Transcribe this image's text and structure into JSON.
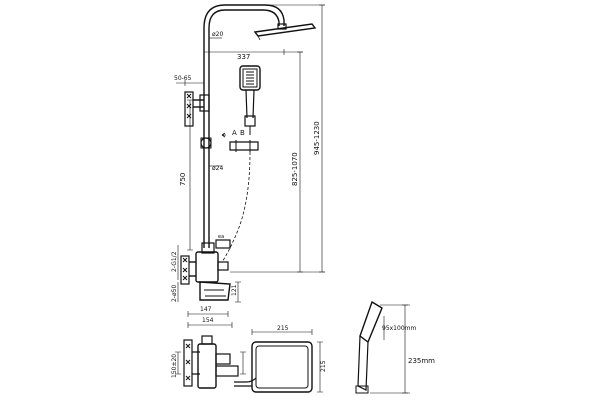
{
  "dimensions": {
    "pipe_diameter": "ø20",
    "arm_reach": "337",
    "wall_offset": "50-65",
    "rail_diameter": "ø24",
    "rail_length": "750",
    "slider_height": "825-1070",
    "total_height": "945-1230",
    "inlet_spacing": "150±20",
    "inlet_thread": "2-G1/2",
    "inlet_thread_2": "2-ø50",
    "depth_147": "147",
    "depth_154": "154",
    "spout_height": "121",
    "valve_label": "ea"
  },
  "handshower_labels": {
    "a": "A",
    "b": "B"
  },
  "head_panel": {
    "width": "215",
    "depth": "215"
  },
  "sideview": {
    "head_size": "95x100mm",
    "length": "235mm"
  }
}
